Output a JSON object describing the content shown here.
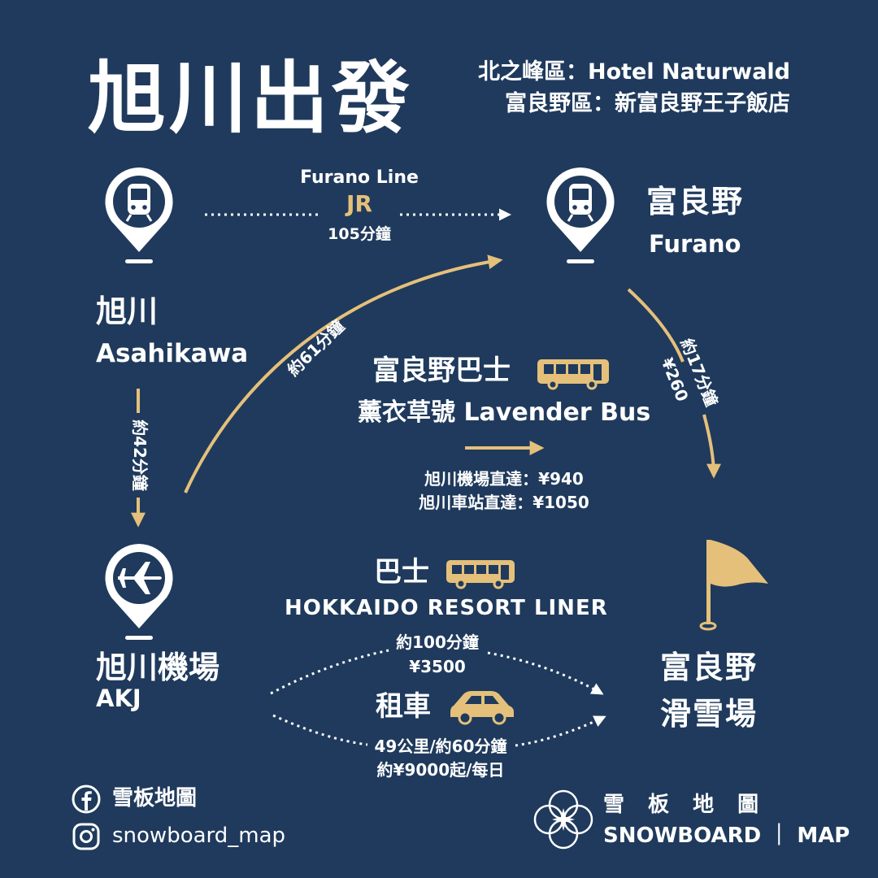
{
  "title": "旭川出發",
  "hotels": [
    "北之峰區：Hotel Naturwald",
    "富良野區：新富良野王子飯店"
  ],
  "stations": {
    "asahikawa": {
      "zh": "旭川",
      "en": "Asahikawa"
    },
    "furano": {
      "zh": "富良野",
      "en": "Furano"
    },
    "airport": {
      "zh": "旭川機場",
      "en": "AKJ"
    },
    "resort": {
      "line1": "富良野",
      "line2": "滑雪場"
    }
  },
  "jr_route": {
    "line": "Furano Line",
    "operator": "JR",
    "time": "105分鐘"
  },
  "arcs": {
    "airport_to_furano": "約61分鐘",
    "asahikawa_to_airport": "約42分鐘",
    "furano_to_resort_time": "約17分鐘",
    "furano_to_resort_fare": "¥260"
  },
  "lavender_bus": {
    "name": "富良野巴士",
    "subtitle": "薰衣草號 Lavender Bus",
    "fare_airport": "旭川機場直達：¥940",
    "fare_station": "旭川車站直達：¥1050"
  },
  "resort_liner": {
    "name": "巴士",
    "subtitle": "HOKKAIDO RESORT LINER",
    "time": "約100分鐘",
    "fare": "¥3500"
  },
  "car_rental": {
    "name": "租車",
    "distance": "49公里/約60分鐘",
    "price": "約¥9000起/每日"
  },
  "social": {
    "facebook": "雪板地圖",
    "instagram": "snowboard_map"
  },
  "brand": {
    "zh": "雪 板 地 圖",
    "en": "SNOWBOARD ｜ MAP"
  },
  "colors": {
    "background": "#1f3a5c",
    "accent": "#e5c07b",
    "text": "#ffffff"
  },
  "icons": [
    "train-icon",
    "plane-icon",
    "bus-icon",
    "car-icon",
    "flag-icon",
    "facebook-icon",
    "instagram-icon",
    "brand-logo-icon"
  ]
}
